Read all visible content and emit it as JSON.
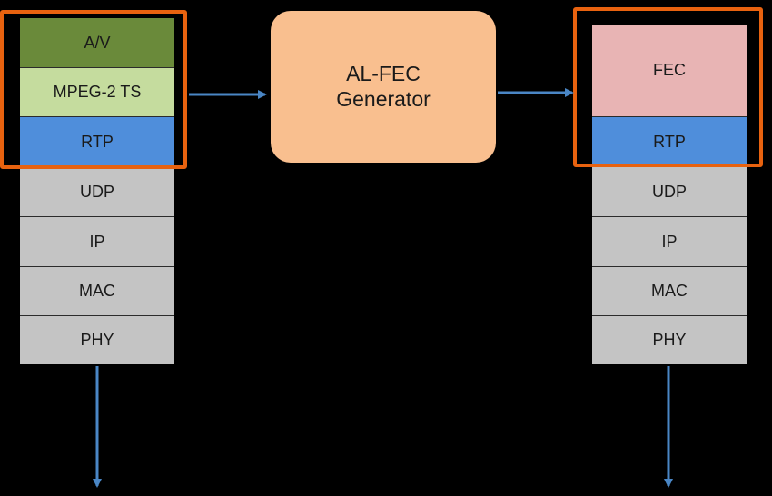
{
  "colors": {
    "background": "#000000",
    "highlight_border": "#e8620f",
    "arrow": "#4a86c5",
    "av": "#6a8a3a",
    "ts": "#c5dc9e",
    "rtp": "#4f8edb",
    "grey_layer": "#c4c4c4",
    "fec": "#e8b4b4",
    "generator": "#f9bf8f"
  },
  "left_stack": {
    "layers": [
      {
        "label": "A/V",
        "color": "#6a8a3a"
      },
      {
        "label": "MPEG-2 TS",
        "color": "#c5dc9e"
      },
      {
        "label": "RTP",
        "color": "#4f8edb"
      },
      {
        "label": "UDP",
        "color": "#c4c4c4"
      },
      {
        "label": "IP",
        "color": "#c4c4c4"
      },
      {
        "label": "MAC",
        "color": "#c4c4c4"
      },
      {
        "label": "PHY",
        "color": "#c4c4c4"
      }
    ]
  },
  "generator": {
    "line1": "AL-FEC",
    "line2": "Generator"
  },
  "right_stack": {
    "layers": [
      {
        "label": "FEC",
        "color": "#e8b4b4"
      },
      {
        "label": "RTP",
        "color": "#4f8edb"
      },
      {
        "label": "UDP",
        "color": "#c4c4c4"
      },
      {
        "label": "IP",
        "color": "#c4c4c4"
      },
      {
        "label": "MAC",
        "color": "#c4c4c4"
      },
      {
        "label": "PHY",
        "color": "#c4c4c4"
      }
    ]
  }
}
